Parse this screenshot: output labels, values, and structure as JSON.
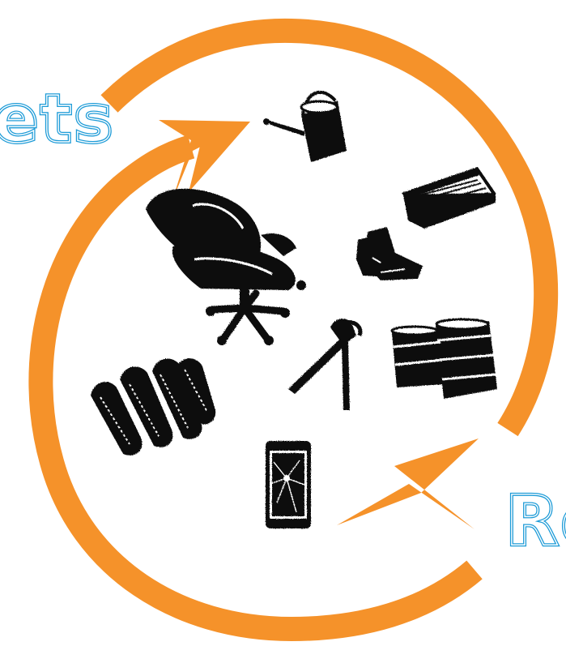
{
  "word_left": "ets",
  "word_right": "Re",
  "colors": {
    "arrow": "#f5922a",
    "word_stroke": "#1d9bd7",
    "ink": "#111111",
    "paper": "#ffffff"
  },
  "objects": [
    "watering-can",
    "newspapers",
    "boots",
    "office-chair",
    "pliers",
    "barrels",
    "tires",
    "broken-phone"
  ]
}
